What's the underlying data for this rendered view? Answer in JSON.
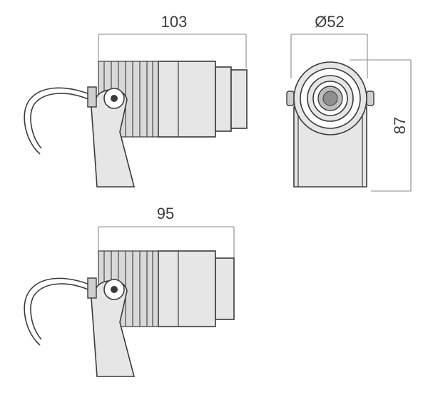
{
  "dimensions": {
    "top_length": "103",
    "diameter": "Ø52",
    "height": "87",
    "bottom_length": "95"
  },
  "colors": {
    "line": "#3a3a3a",
    "dimension_line": "#8a8a8a",
    "body_fill": "#e6e6e6",
    "fin_fill": "#d9d9d9",
    "lens_fill": "#bdbdbd"
  },
  "icons": {
    "fixture": "spotlight-fixture-icon"
  }
}
